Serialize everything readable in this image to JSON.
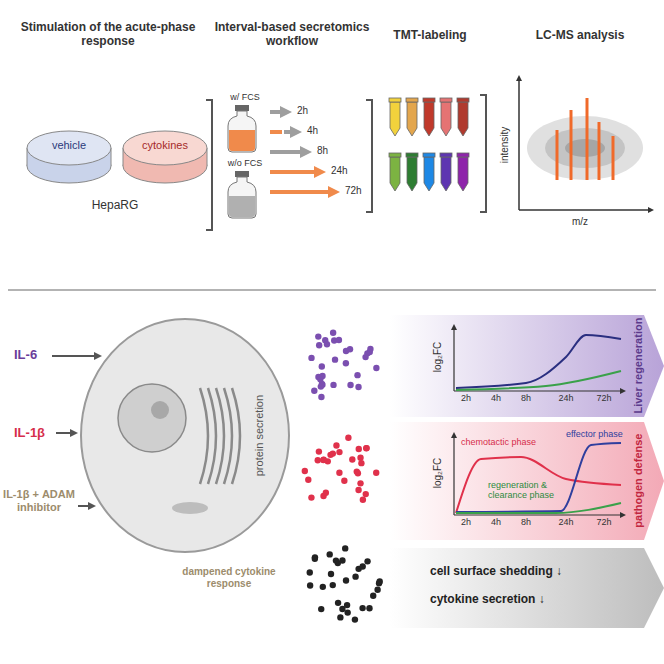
{
  "diagram": {
    "nodes": [
      {
        "text": [
          "vehicle"
        ]
      },
      {
        "text": [
          "cytokines"
        ]
      },
      {
        "text": [
          "w/ FCS"
        ]
      },
      {
        "text": [
          "w/o FCS"
        ]
      },
      {
        "text": [
          "intensity",
          "m/z"
        ]
      },
      {
        "text": [
          "protein secretion"
        ]
      },
      {
        "text": [
          "Liver regeneration"
        ]
      },
      {
        "text": [
          "log₂FC",
          "2h",
          "4h",
          "8h",
          "24h",
          "72h"
        ],
        "in": 6
      },
      {
        "text": [
          "pathogen defense"
        ]
      },
      {
        "text": [
          "log₂FC",
          "effector phase",
          "chemotactic phase",
          "regeneration & clearance phase",
          "2h",
          "4h",
          "8h",
          "24h",
          "72h"
        ],
        "in": 8
      },
      {
        "text": [
          "cell surface shedding ↓",
          "cytokine secretion ↓"
        ]
      }
    ],
    "labels": [
      "Stimulation of the acute-phase response",
      "Interval-based secretomics workflow",
      "TMT-labeling",
      "LC-MS analysis",
      "HepaRG",
      "2h",
      "4h",
      "8h",
      "24h",
      "72h",
      "IL-6",
      "IL-1β",
      "IL-1β + ADAM inhibitor",
      "dampened cytokine response"
    ]
  }
}
